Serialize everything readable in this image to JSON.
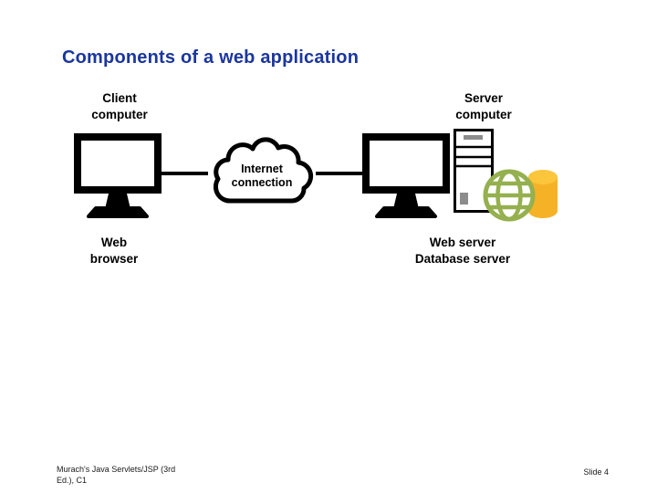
{
  "title": "Components of a web application",
  "colors": {
    "title_blue": "#1B369E",
    "label_black": "#000000",
    "globe_green": "#95B04F",
    "cylinder_yellow": "#F6B226",
    "cylinder_yellow_top": "#FBC53C",
    "tower_gray": "#8C8C8C",
    "connector_black": "#000000"
  },
  "diagram": {
    "client": {
      "label_top": [
        "Client",
        "computer"
      ],
      "label_bottom": [
        "Web",
        "browser"
      ]
    },
    "server": {
      "label_top": [
        "Server",
        "computer"
      ],
      "label_bottom": [
        "Web server",
        "Database server"
      ]
    },
    "cloud": {
      "label": [
        "Internet",
        "connection"
      ]
    }
  },
  "footer": {
    "left_lines": [
      "Murach's Java Servlets/JSP (3rd",
      "Ed.), C1"
    ],
    "right": "Slide 4"
  }
}
